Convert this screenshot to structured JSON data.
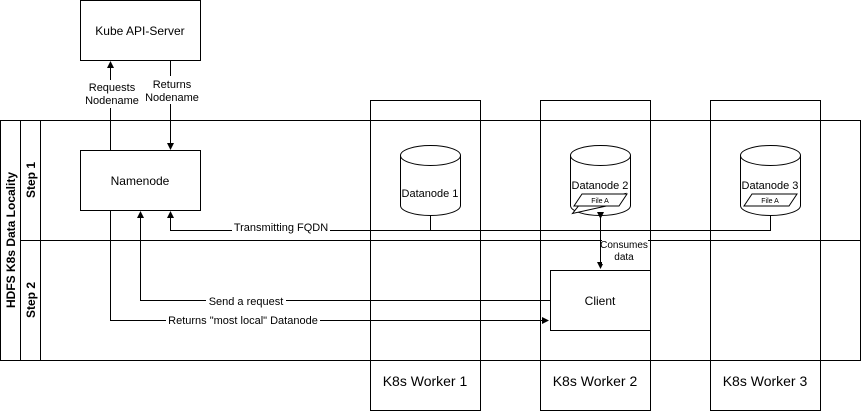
{
  "title": "HDFS K8s Data Locality",
  "lanes": {
    "step1": "Step 1",
    "step2": "Step 2"
  },
  "nodes": {
    "api_server": "Kube API-Server",
    "namenode": "Namenode",
    "datanode1": "Datanode 1",
    "datanode2": "Datanode 2",
    "datanode3": "Datanode 3",
    "file_a_2": "File A",
    "file_a_3": "File A",
    "client": "Client"
  },
  "workers": [
    "K8s Worker 1",
    "K8s Worker 2",
    "K8s Worker 3"
  ],
  "edges": {
    "requests_line1": "Requests",
    "requests_line2": "Nodename",
    "returns_line1": "Returns",
    "returns_line2": "Nodename",
    "transmitting": "Transmitting FQDN",
    "consumes_line1": "Consumes",
    "consumes_line2": "data",
    "send_request": "Send a request",
    "returns_local": "Returns \"most local\" Datanode"
  },
  "colors": {
    "stroke": "#000000",
    "fill": "#ffffff"
  }
}
